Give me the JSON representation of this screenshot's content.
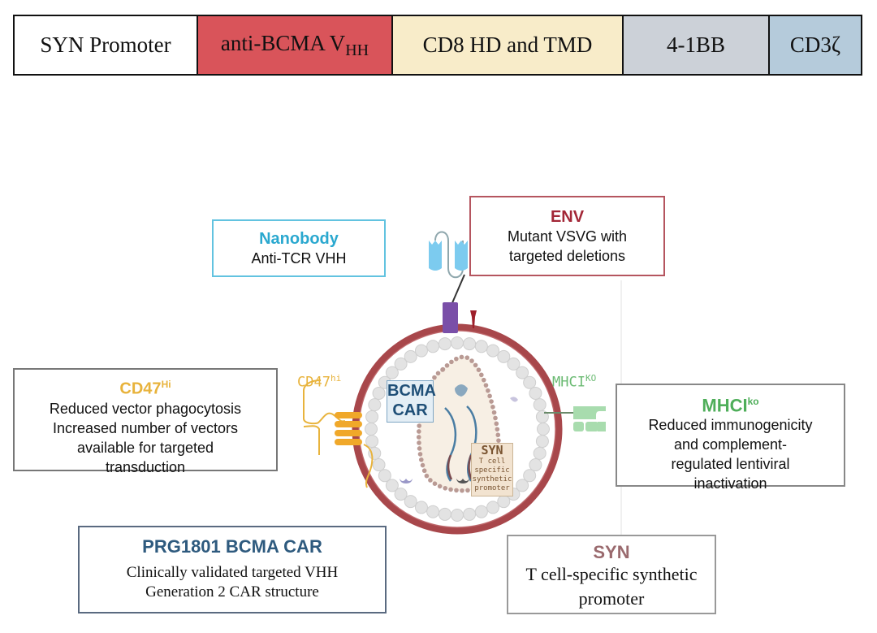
{
  "construct": {
    "segments": [
      {
        "label": "SYN Promoter",
        "sub": "",
        "color": "#ffffff"
      },
      {
        "label": "anti-BCMA V",
        "sub": "HH",
        "color": "#d9545a"
      },
      {
        "label": "CD8 HD and TMD",
        "sub": "",
        "color": "#f8ecc9"
      },
      {
        "label": "4-1BB",
        "sub": "",
        "color": "#ccd1d8"
      },
      {
        "label": "CD3ζ",
        "sub": "",
        "color": "#b5cbdb"
      }
    ]
  },
  "callouts": {
    "nanobody": {
      "title": "Nanobody",
      "body": [
        "Anti-TCR VHH"
      ],
      "color": "#2aa8cf"
    },
    "env": {
      "title": "ENV",
      "body": [
        "Mutant VSVG with",
        "targeted deletions"
      ],
      "color": "#a32737"
    },
    "cd47": {
      "title": "CD47",
      "title_sup": "Hi",
      "body": [
        "Reduced vector phagocytosis",
        "Increased number of vectors",
        "available for targeted",
        "transduction"
      ],
      "color": "#e8b33c"
    },
    "mhci": {
      "title": "MHCI",
      "title_sup": "ko",
      "body": [
        "Reduced immunogenicity",
        "and complement-",
        "regulated lentiviral",
        "inactivation"
      ],
      "color": "#4fae5a"
    },
    "prg": {
      "title": "PRG1801 BCMA CAR",
      "body": [
        "Clinically validated targeted VHH",
        "Generation 2 CAR structure"
      ],
      "color": "#2e5a7e"
    },
    "syn": {
      "title": "SYN",
      "body": [
        "T cell-specific synthetic",
        "promoter"
      ],
      "color": "#9a6a6e"
    }
  },
  "virion": {
    "cd47_label": "CD47",
    "cd47_sup": "hi",
    "mhci_label": "MHCI",
    "mhci_sup": "KO",
    "bcma_car_label": [
      "BCMA",
      "CAR"
    ],
    "syn_label": "SYN",
    "syn_sub": [
      "T cell",
      "specific",
      "synthetic",
      "promoter"
    ],
    "membrane_color": "#a8474b"
  }
}
